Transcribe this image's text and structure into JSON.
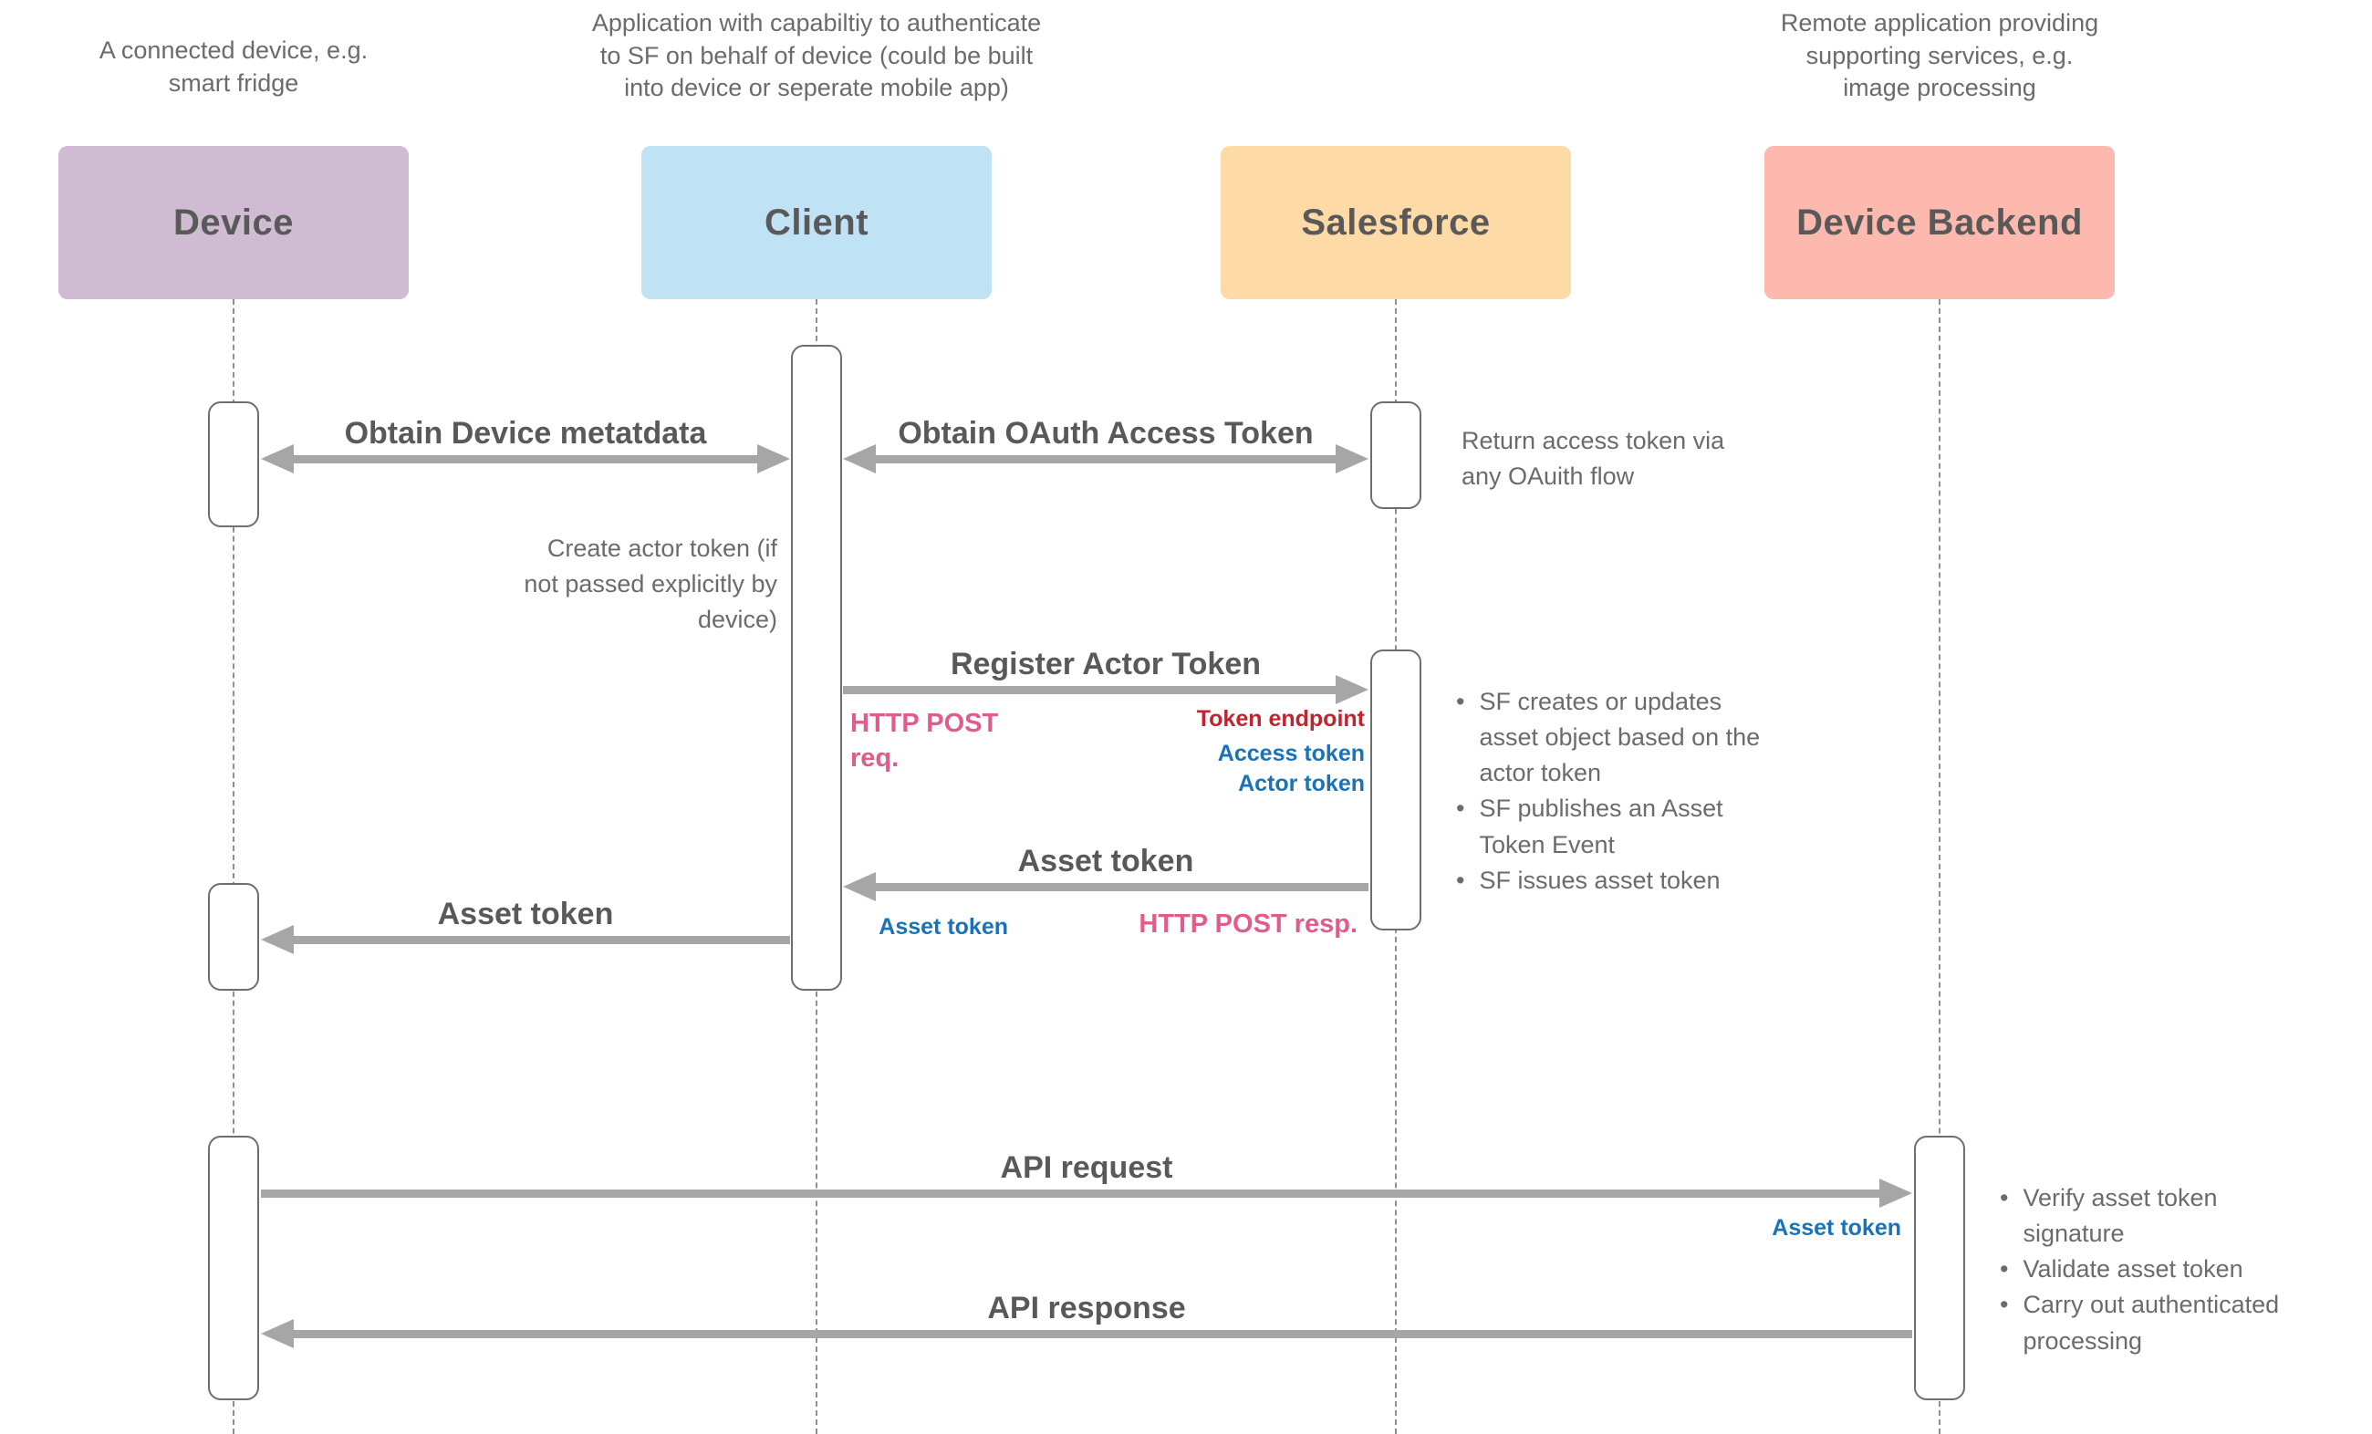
{
  "colors": {
    "device_box": "#d0bcd2",
    "client_box": "#bfe2f4",
    "salesforce_box": "#fedaa6",
    "backend_box": "#feb9af",
    "arrow": "#a6a6a6",
    "pink_label": "#e05c8a",
    "red_label": "#c2242f",
    "blue_label": "#1973b9"
  },
  "actors": {
    "device": {
      "label": "Device",
      "annotation": "A connected device, e.g.\nsmart fridge"
    },
    "client": {
      "label": "Client",
      "annotation": "Application with capabiltiy to authenticate\nto SF on behalf of device (could be built\ninto device or seperate mobile app)"
    },
    "salesforce": {
      "label": "Salesforce"
    },
    "backend": {
      "label": "Device Backend",
      "annotation": "Remote application providing\nsupporting services, e.g.\nimage processing"
    }
  },
  "messages": {
    "obtain_device_metadata": "Obtain Device metatdata",
    "obtain_oauth_access_token": "Obtain OAuth Access Token",
    "register_actor_token": "Register Actor Token",
    "asset_token_to_client": "Asset token",
    "asset_token_to_device": "Asset token",
    "api_request": "API request",
    "api_response": "API response"
  },
  "tags": {
    "http_post_req": "HTTP POST\nreq.",
    "token_endpoint": "Token endpoint",
    "access_token": "Access token",
    "actor_token": "Actor token",
    "asset_token_resp": "Asset token",
    "http_post_resp": "HTTP POST resp.",
    "asset_token_api": "Asset token"
  },
  "notes": {
    "return_access_token": "Return access token via\nany OAuith flow",
    "create_actor_token": "Create actor token (if\nnot passed explicitly by\ndevice)",
    "sf_actions": {
      "items": [
        "SF creates or updates asset object based on the actor token",
        "SF publishes an Asset Token Event",
        "SF issues asset token"
      ]
    },
    "backend_actions": {
      "items": [
        "Verify asset token signature",
        "Validate asset token",
        "Carry out authenticated processing"
      ]
    }
  }
}
